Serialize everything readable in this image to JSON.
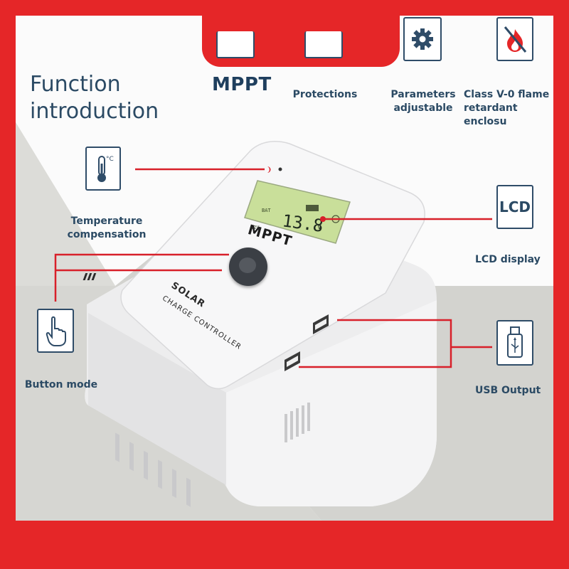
{
  "title_line1": "Function",
  "title_line2": "introduction",
  "features_top": [
    {
      "label": "MPPT",
      "icon": "mppt-icon"
    },
    {
      "label": "Protections",
      "icon": "shield-icon"
    },
    {
      "label": "Parameters\nadjustable",
      "icon": "gear-icon"
    },
    {
      "label": "Class V-0 flame\nretardant enclosu",
      "icon": "no-fire-icon"
    }
  ],
  "callouts": {
    "temperature": {
      "label": "Temperature\ncompensation",
      "icon": "thermometer-icon",
      "unit": "°C"
    },
    "button": {
      "label": "Button mode",
      "icon": "finger-press-icon"
    },
    "lcd": {
      "label": "LCD display",
      "icon_text": "LCD"
    },
    "usb": {
      "label": "USB Output",
      "icon": "usb-drive-icon"
    }
  },
  "device": {
    "model": "MPPT",
    "brand_line1": "SOLAR",
    "brand_line2": "CHARGE CONTROLLER",
    "lcd_readout": "13.8",
    "lcd_unit": "V",
    "lcd_bat_label": "BAT",
    "lcd_sys_label": "12V"
  },
  "colors": {
    "border_red": "#e52628",
    "callout_red": "#d8202a",
    "navy": "#2b4a64",
    "lcd_green": "#c9df9a"
  }
}
